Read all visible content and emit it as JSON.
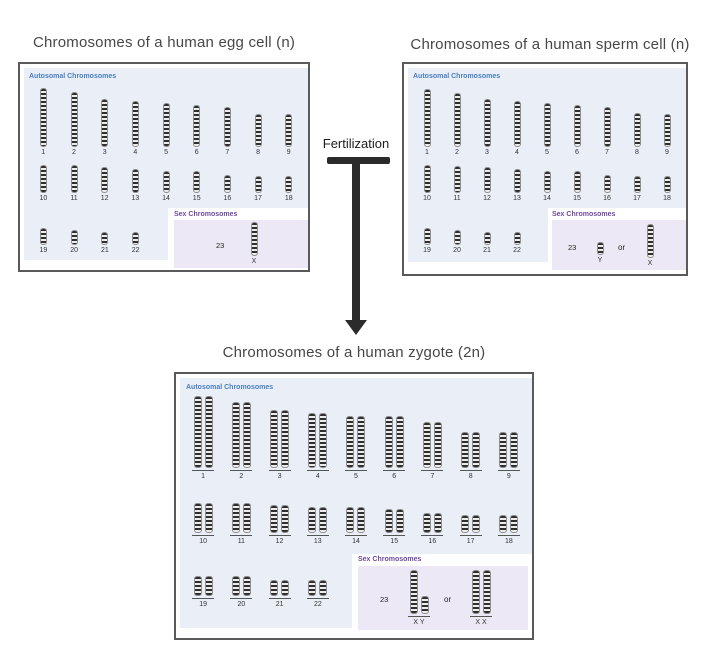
{
  "diagram": {
    "fertilization_label": "Fertilization"
  },
  "colors": {
    "autosomal_bg": "#e9eef7",
    "sex_bg": "#ece8f5",
    "autosomal_label_text": "#4b7fc4",
    "sex_label_text": "#6f4a9e",
    "panel_border": "#5a5a5a",
    "chromosome_band": "#2e2e2e",
    "arrow": "#2b2b2b",
    "title_text": "#474747"
  },
  "panels": {
    "egg": {
      "title": "Chromosomes of a human egg cell (n)",
      "autosomal_label": "Autosomal Chromosomes",
      "sex_label": "Sex Chromosomes",
      "sex_number": "23",
      "rows": [
        {
          "items": [
            {
              "num": "1",
              "h": 59
            },
            {
              "num": "2",
              "h": 55
            },
            {
              "num": "3",
              "h": 48
            },
            {
              "num": "4",
              "h": 46
            },
            {
              "num": "5",
              "h": 44
            },
            {
              "num": "6",
              "h": 42
            },
            {
              "num": "7",
              "h": 40
            },
            {
              "num": "8",
              "h": 33
            },
            {
              "num": "9",
              "h": 33
            }
          ]
        },
        {
          "items": [
            {
              "num": "10",
              "h": 28
            },
            {
              "num": "11",
              "h": 28
            },
            {
              "num": "12",
              "h": 26
            },
            {
              "num": "13",
              "h": 24
            },
            {
              "num": "14",
              "h": 22
            },
            {
              "num": "15",
              "h": 22
            },
            {
              "num": "16",
              "h": 18
            },
            {
              "num": "17",
              "h": 17
            },
            {
              "num": "18",
              "h": 17
            }
          ]
        },
        {
          "items": [
            {
              "num": "19",
              "h": 17
            },
            {
              "num": "20",
              "h": 15
            },
            {
              "num": "21",
              "h": 13
            },
            {
              "num": "22",
              "h": 13
            }
          ]
        }
      ],
      "sex_items": {
        "items": [
          {
            "num": "X",
            "h": 34
          }
        ]
      }
    },
    "sperm": {
      "title": "Chromosomes of a human sperm cell (n)",
      "autosomal_label": "Autosomal Chromosomes",
      "sex_label": "Sex Chromosomes",
      "sex_number": "23",
      "or_label": "or",
      "rows": [
        {
          "items": [
            {
              "num": "1",
              "h": 58
            },
            {
              "num": "2",
              "h": 54
            },
            {
              "num": "3",
              "h": 48
            },
            {
              "num": "4",
              "h": 46
            },
            {
              "num": "5",
              "h": 44
            },
            {
              "num": "6",
              "h": 42
            },
            {
              "num": "7",
              "h": 40
            },
            {
              "num": "8",
              "h": 34
            },
            {
              "num": "9",
              "h": 33
            }
          ]
        },
        {
          "items": [
            {
              "num": "10",
              "h": 28
            },
            {
              "num": "11",
              "h": 27
            },
            {
              "num": "12",
              "h": 26
            },
            {
              "num": "13",
              "h": 24
            },
            {
              "num": "14",
              "h": 22
            },
            {
              "num": "15",
              "h": 22
            },
            {
              "num": "16",
              "h": 18
            },
            {
              "num": "17",
              "h": 17
            },
            {
              "num": "18",
              "h": 17
            }
          ]
        },
        {
          "items": [
            {
              "num": "19",
              "h": 17
            },
            {
              "num": "20",
              "h": 15
            },
            {
              "num": "21",
              "h": 13
            },
            {
              "num": "22",
              "h": 13
            }
          ]
        }
      ],
      "sex_y": {
        "items": [
          {
            "num": "Y",
            "h": 13
          }
        ]
      },
      "sex_x": {
        "items": [
          {
            "num": "X",
            "h": 34
          }
        ]
      }
    },
    "zygote": {
      "title": "Chromosomes of a human zygote (2n)",
      "autosomal_label": "Autosomal Chromosomes",
      "sex_label": "Sex Chromosomes",
      "sex_number": "23",
      "or_label": "or",
      "rows": [
        {
          "items": [
            {
              "num": "1",
              "h": [
                72,
                72
              ]
            },
            {
              "num": "2",
              "h": [
                66,
                66
              ]
            },
            {
              "num": "3",
              "h": [
                58,
                58
              ]
            },
            {
              "num": "4",
              "h": [
                55,
                55
              ]
            },
            {
              "num": "5",
              "h": [
                52,
                52
              ]
            },
            {
              "num": "6",
              "h": [
                52,
                52
              ]
            },
            {
              "num": "7",
              "h": [
                46,
                46
              ]
            },
            {
              "num": "8",
              "h": [
                36,
                36
              ]
            },
            {
              "num": "9",
              "h": [
                36,
                36
              ]
            }
          ]
        },
        {
          "items": [
            {
              "num": "10",
              "h": [
                30,
                30
              ]
            },
            {
              "num": "11",
              "h": [
                30,
                30
              ]
            },
            {
              "num": "12",
              "h": [
                28,
                28
              ]
            },
            {
              "num": "13",
              "h": [
                26,
                26
              ]
            },
            {
              "num": "14",
              "h": [
                26,
                26
              ]
            },
            {
              "num": "15",
              "h": [
                24,
                24
              ]
            },
            {
              "num": "16",
              "h": [
                20,
                20
              ]
            },
            {
              "num": "17",
              "h": [
                18,
                18
              ]
            },
            {
              "num": "18",
              "h": [
                18,
                18
              ]
            }
          ]
        },
        {
          "items": [
            {
              "num": "19",
              "h": [
                20,
                20
              ]
            },
            {
              "num": "20",
              "h": [
                20,
                20
              ]
            },
            {
              "num": "21",
              "h": [
                16,
                16
              ]
            },
            {
              "num": "22",
              "h": [
                16,
                16
              ]
            }
          ]
        }
      ],
      "sex_xy": {
        "items": [
          {
            "num": "X Y",
            "h": [
              44,
              18
            ]
          }
        ]
      },
      "sex_xx": {
        "items": [
          {
            "num": "X X",
            "h": [
              44,
              44
            ]
          }
        ]
      }
    }
  }
}
